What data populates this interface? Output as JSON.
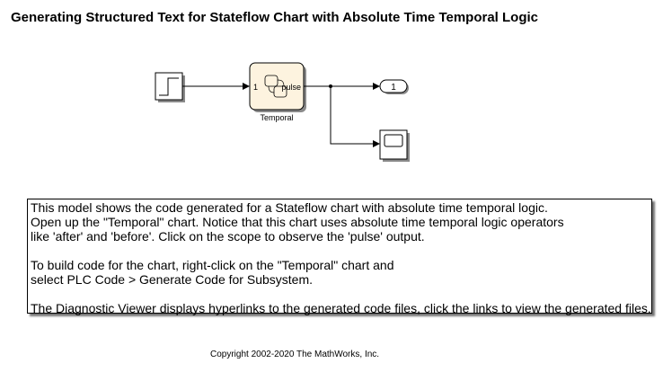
{
  "page": {
    "title": "Generating Structured Text for Stateflow Chart with Absolute Time Temporal Logic"
  },
  "model": {
    "chart_block": {
      "name": "Temporal",
      "input_port_label": "1",
      "output_port_label": "pulse"
    },
    "outport_block": {
      "port_number": "1"
    },
    "step_block": {
      "icon": "step-icon"
    },
    "scope_block": {
      "icon": "scope-icon"
    },
    "colors": {
      "chart_fill": "#fdf3df",
      "block_border": "#000000",
      "shadow": "#8a8a8a"
    }
  },
  "annotation": {
    "lines": [
      "This model shows the code generated for a Stateflow chart with absolute time temporal logic.",
      "Open up the \"Temporal\" chart. Notice that this chart uses absolute time temporal logic operators",
      "like 'after' and 'before'. Click on the scope to observe the 'pulse' output.",
      "",
      "To build code for the chart, right-click on the \"Temporal\" chart and",
      "select PLC Code > Generate Code for Subsystem.",
      "",
      "The Diagnostic Viewer displays hyperlinks to the generated code files, click the links to view the generated files."
    ]
  },
  "footer": {
    "copyright": "Copyright 2002-2020 The MathWorks, Inc."
  }
}
